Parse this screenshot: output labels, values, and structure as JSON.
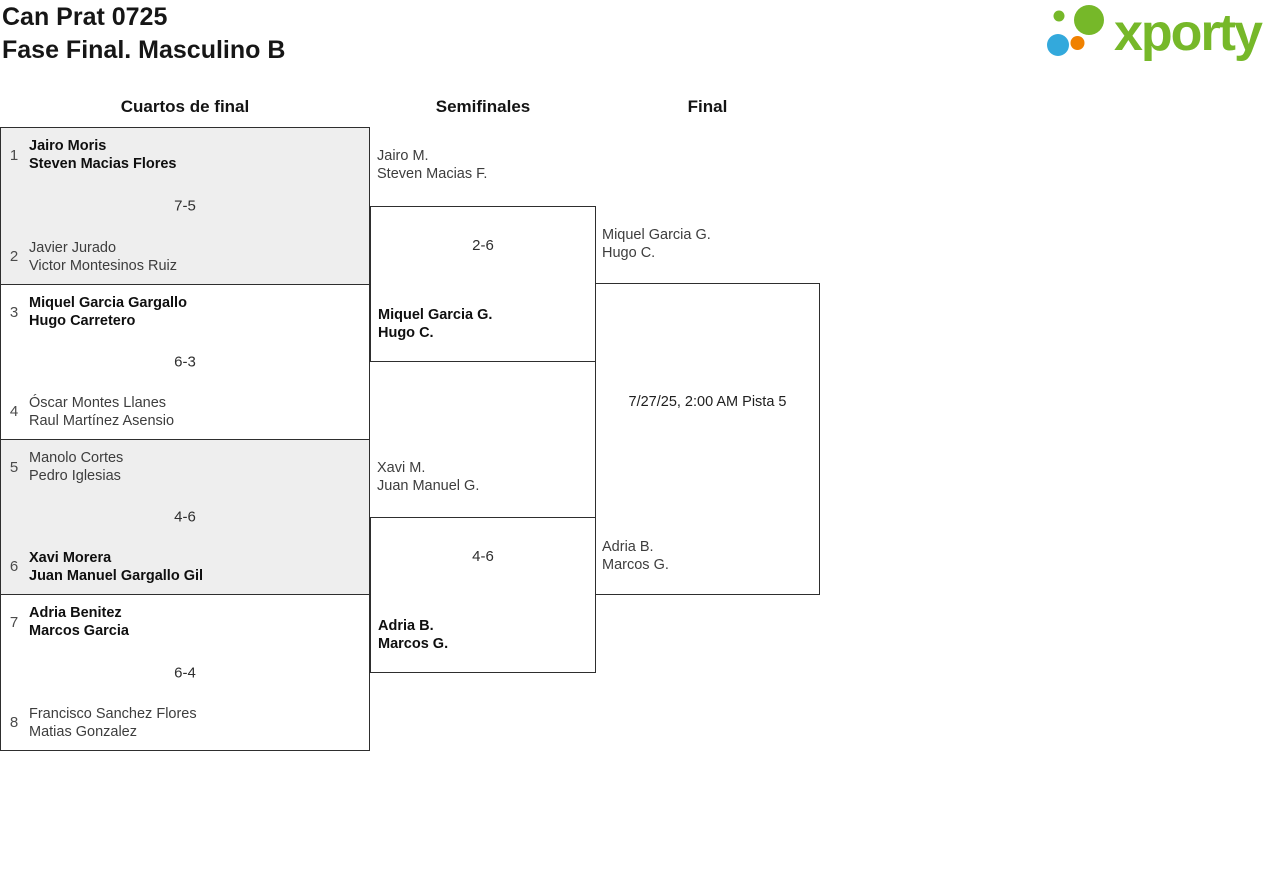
{
  "header": {
    "title": "Can Prat 0725",
    "subtitle": "Fase Final. Masculino B",
    "logo_text": "xporty"
  },
  "rounds": {
    "quarterfinals": "Cuartos de final",
    "semifinals": "Semifinales",
    "final": "Final"
  },
  "quarterfinals": [
    {
      "seed_top": "1",
      "team_top": [
        "Jairo Moris",
        "Steven Macias Flores"
      ],
      "score": "7-5",
      "seed_bottom": "2",
      "team_bottom": [
        "Javier Jurado",
        "Victor Montesinos Ruiz"
      ],
      "winner": "top"
    },
    {
      "seed_top": "3",
      "team_top": [
        "Miquel Garcia Gargallo",
        "Hugo Carretero"
      ],
      "score": "6-3",
      "seed_bottom": "4",
      "team_bottom": [
        "Óscar Montes Llanes",
        "Raul Martínez Asensio"
      ],
      "winner": "top"
    },
    {
      "seed_top": "5",
      "team_top": [
        "Manolo Cortes",
        "Pedro Iglesias"
      ],
      "score": "4-6",
      "seed_bottom": "6",
      "team_bottom": [
        "Xavi Morera",
        "Juan Manuel Gargallo Gil"
      ],
      "winner": "bottom"
    },
    {
      "seed_top": "7",
      "team_top": [
        "Adria Benitez",
        "Marcos Garcia"
      ],
      "score": "6-4",
      "seed_bottom": "8",
      "team_bottom": [
        "Francisco Sanchez Flores",
        "Matias Gonzalez"
      ],
      "winner": "top"
    }
  ],
  "semifinals": [
    {
      "team_top": [
        "Jairo M.",
        "Steven Macias F."
      ],
      "score": "2-6",
      "team_bottom": [
        "Miquel Garcia G.",
        "Hugo C."
      ],
      "winner": "bottom"
    },
    {
      "team_top": [
        "Xavi M.",
        "Juan Manuel G."
      ],
      "score": "4-6",
      "team_bottom": [
        "Adria B.",
        "Marcos G."
      ],
      "winner": "bottom"
    }
  ],
  "final": {
    "team_top": [
      "Miquel Garcia G.",
      "Hugo C."
    ],
    "team_bottom": [
      "Adria B.",
      "Marcos G."
    ],
    "schedule": "7/27/25, 2:00 AM Pista 5"
  },
  "colors": {
    "brand-green": "#76b829",
    "brand-blue": "#33a9dc",
    "brand-orange": "#f08100",
    "box-shaded": "#eeeeee",
    "border": "#2e2e2e",
    "winner-text": "#0f0f0f",
    "text": "#3d3d3d"
  }
}
